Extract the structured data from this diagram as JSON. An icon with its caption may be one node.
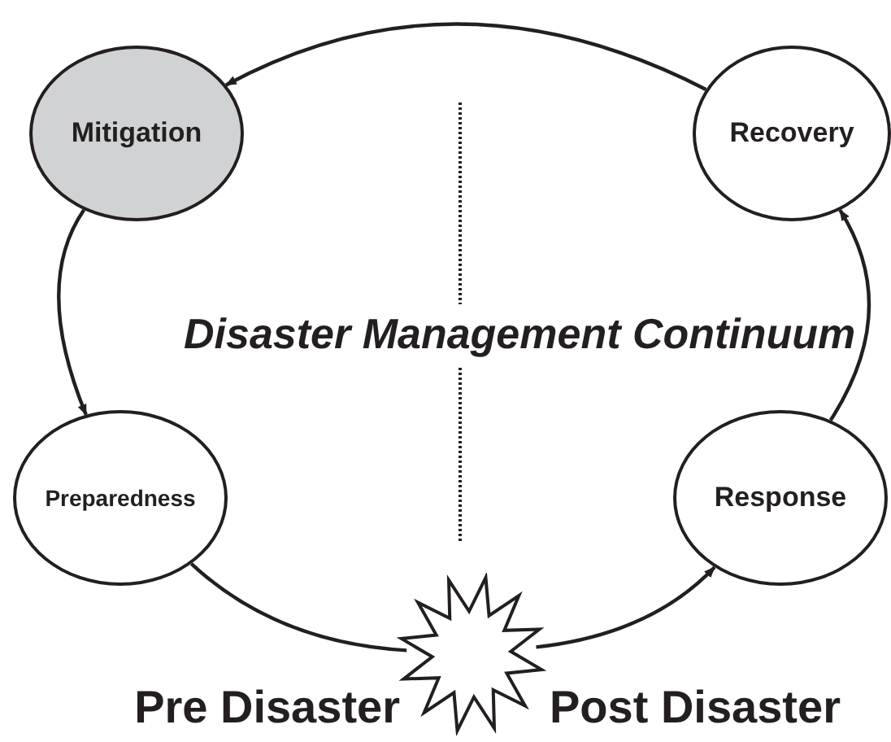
{
  "diagram": {
    "nodes": [
      {
        "text": [
          "Mitigation"
        ]
      },
      {
        "text": [
          "Recovery"
        ]
      },
      {
        "text": [
          "Preparedness"
        ]
      },
      {
        "text": [
          "Response"
        ]
      },
      {
        "text": [],
        "shape": "star"
      }
    ],
    "edges": [
      {
        "from": 1,
        "to": 0,
        "arrow": "to"
      },
      {
        "from": 0,
        "to": 2,
        "arrow": "to"
      },
      {
        "from": 2,
        "to": 4,
        "arrow": "none"
      },
      {
        "from": 4,
        "to": 3,
        "arrow": "to"
      },
      {
        "from": 3,
        "to": 1,
        "arrow": "to"
      }
    ],
    "labels": [
      "Disaster Management Continuum",
      "Pre Disaster",
      "Post Disaster"
    ]
  }
}
